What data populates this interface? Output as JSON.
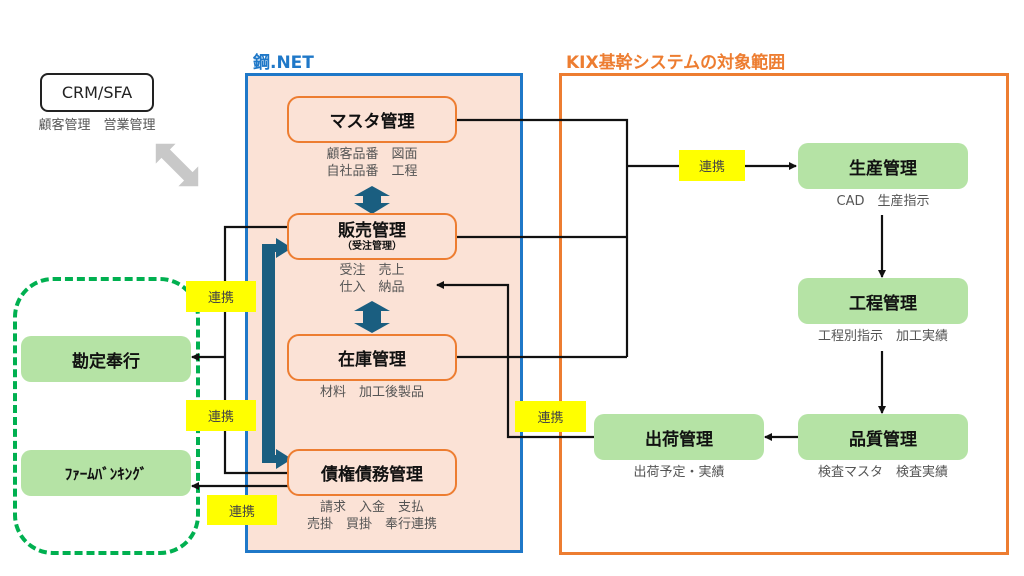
{
  "colors": {
    "net_frame": "#1f78c8",
    "net_fill": "#fbe2d6",
    "kix_frame": "#ed7d31",
    "module_border": "#ed7d31",
    "green_box": "#b5e3a5",
    "external_dashed": "#00b050",
    "link_tag": "#ffff00",
    "thick_arrow": "#1a5e80",
    "crm_arrow": "#c8c8c8"
  },
  "crm": {
    "label": "CRM/SFA",
    "sub": "顧客管理　営業管理"
  },
  "net": {
    "title": "鋼.NET",
    "modules": [
      {
        "id": "master",
        "label": "マスタ管理",
        "sub": "顧客品番　図面\n自社品番　工程"
      },
      {
        "id": "sales",
        "label": "販売管理",
        "note": "（受注管理）",
        "sub": "受注　売上\n仕入　納品"
      },
      {
        "id": "inventory",
        "label": "在庫管理",
        "sub": "材料　加工後製品"
      },
      {
        "id": "ar_ap",
        "label": "債権債務管理",
        "sub": "請求　入金　支払\n売掛　買掛　奉行連携"
      }
    ]
  },
  "kix": {
    "title": "KIX基幹システムの対象範囲",
    "modules": [
      {
        "id": "production",
        "label": "生産管理",
        "sub": "CAD　生産指示"
      },
      {
        "id": "process",
        "label": "工程管理",
        "sub": "工程別指示　加工実績"
      },
      {
        "id": "quality",
        "label": "品質管理",
        "sub": "検査マスタ　検査実績"
      },
      {
        "id": "shipping",
        "label": "出荷管理",
        "sub": "出荷予定・実績"
      }
    ]
  },
  "external": {
    "modules": [
      {
        "id": "kanjo",
        "label": "勘定奉行"
      },
      {
        "id": "firmbanking",
        "label": "ﾌｧｰﾑﾊﾞﾝｷﾝｸﾞ"
      }
    ]
  },
  "link_tags": {
    "production": "連携",
    "kanjo_top": "連携",
    "kanjo_bottom": "連携",
    "firmbanking": "連携",
    "shipping": "連携"
  }
}
